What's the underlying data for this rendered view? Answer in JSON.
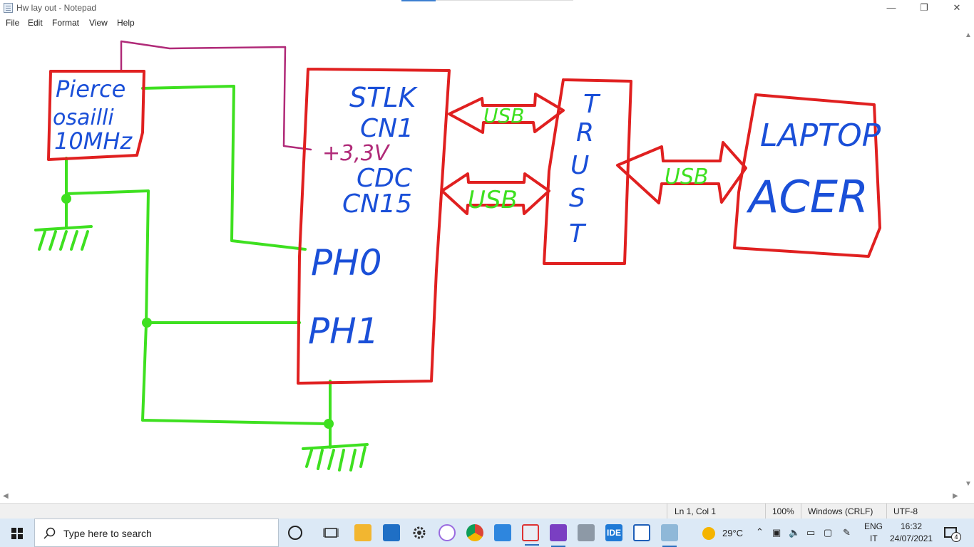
{
  "window": {
    "title": "Hw lay out - Notepad",
    "minimize": "—",
    "restore": "❐",
    "close": "✕"
  },
  "menu": [
    "File",
    "Edit",
    "Format",
    "View",
    "Help"
  ],
  "drawing": {
    "oscillator_line1": "Pierce",
    "oscillator_line2": "osailli",
    "oscillator_line3": "10MHz",
    "stlk": "STLK",
    "cn1": "CN1",
    "v33": "+3,3V",
    "cdc": "CDC",
    "cn15": "CN15",
    "ph0": "PH0",
    "ph1": "PH1",
    "usb": "USB",
    "trust": [
      "T",
      "R",
      "U",
      "S",
      "T"
    ],
    "laptop": "LAPTOP",
    "acer": "ACER"
  },
  "status": {
    "position": "Ln 1, Col 1",
    "zoom": "100%",
    "line_ending": "Windows (CRLF)",
    "encoding": "UTF-8"
  },
  "taskbar": {
    "search_placeholder": "Type here to search",
    "weather_temp": "29°C",
    "lang1": "ENG",
    "lang2": "IT",
    "time": "16:32",
    "date": "24/07/2021",
    "notification_count": "4",
    "icons": [
      "task-view-icon",
      "file-explorer-icon",
      "mail-icon",
      "settings-icon",
      "wps-icon",
      "chrome-icon",
      "control-panel-icon",
      "snipping-tool-icon",
      "visual-studio-icon",
      "device-icon",
      "ide-icon",
      "notepad-icon",
      "drawing-app-icon"
    ]
  },
  "colors": {
    "red": "#e02020",
    "green": "#3ee020",
    "blue": "#1a4fd8",
    "purple": "#b02a78",
    "taskbar_bg": "#dce9f6"
  }
}
